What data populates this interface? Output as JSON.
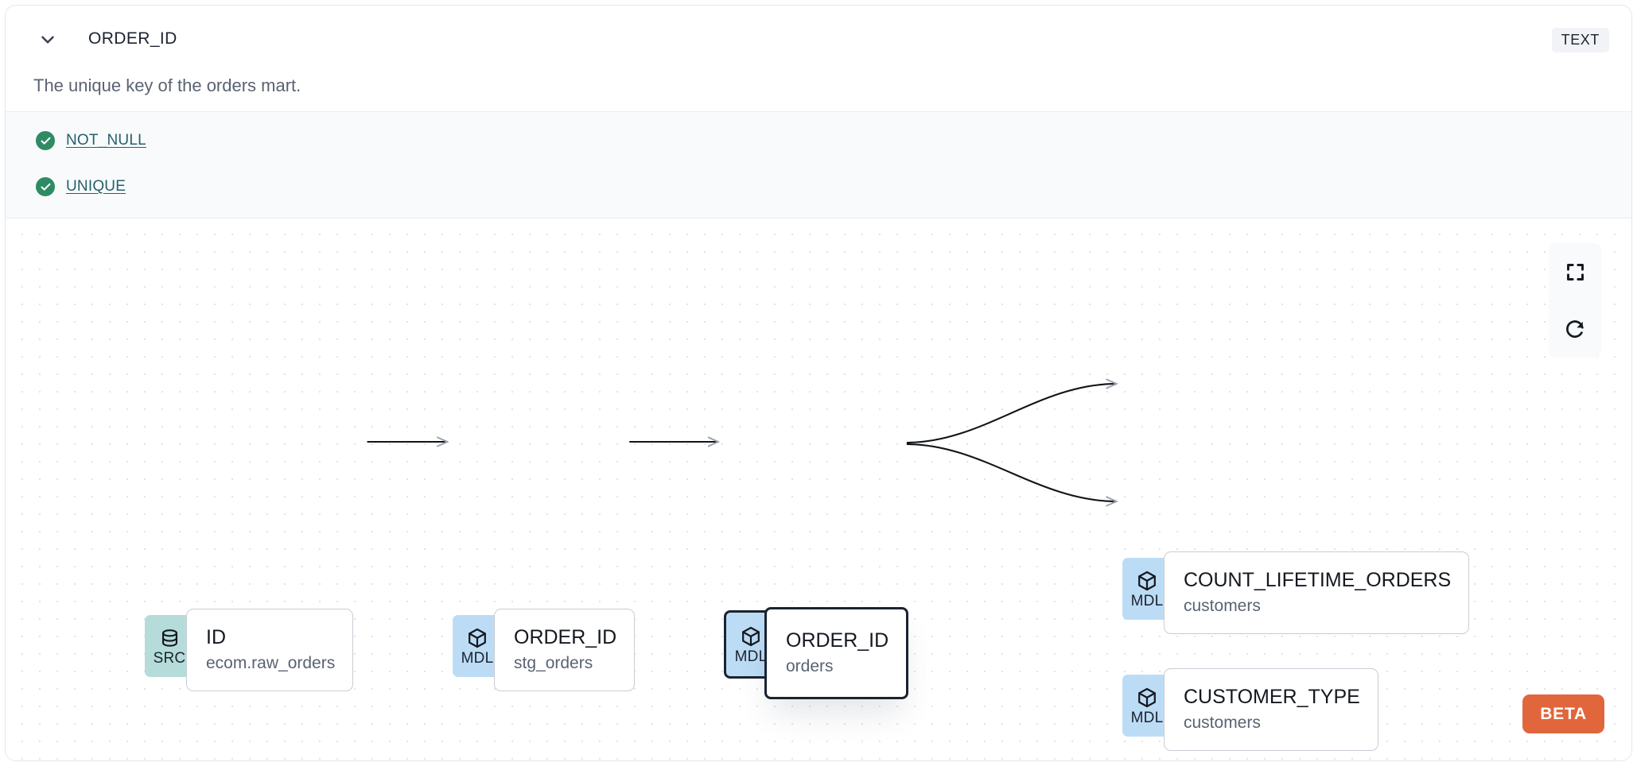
{
  "header": {
    "collapse_icon": "chevron-down-icon",
    "column_name": "ORDER_ID",
    "type_badge": "TEXT",
    "description": "The unique key of the orders mart."
  },
  "tests": [
    {
      "status_icon": "check-circle-icon",
      "label": "NOT_NULL"
    },
    {
      "status_icon": "check-circle-icon",
      "label": "UNIQUE"
    }
  ],
  "lineage": {
    "nodes": [
      {
        "id": "src",
        "badge": "SRC",
        "badge_icon": "database-icon",
        "column": "ID",
        "model": "ecom.raw_orders",
        "selected": false
      },
      {
        "id": "stg",
        "badge": "MDL",
        "badge_icon": "cube-icon",
        "column": "ORDER_ID",
        "model": "stg_orders",
        "selected": false
      },
      {
        "id": "orders",
        "badge": "MDL",
        "badge_icon": "cube-icon",
        "column": "ORDER_ID",
        "model": "orders",
        "selected": true
      },
      {
        "id": "count",
        "badge": "MDL",
        "badge_icon": "cube-icon",
        "column": "COUNT_LIFETIME_ORDERS",
        "model": "customers",
        "selected": false
      },
      {
        "id": "custtype",
        "badge": "MDL",
        "badge_icon": "cube-icon",
        "column": "CUSTOMER_TYPE",
        "model": "customers",
        "selected": false
      }
    ],
    "controls": [
      {
        "name": "fit-view-button",
        "icon": "fullscreen-icon"
      },
      {
        "name": "reset-button",
        "icon": "refresh-icon"
      }
    ],
    "beta_label": "BETA"
  },
  "colors": {
    "badge_model": "#bcdcf5",
    "badge_source": "#b5dcd8",
    "test_pass": "#2e8b63",
    "test_link": "#26606a",
    "beta": "#e2663c",
    "selected_border": "#1b2330"
  }
}
